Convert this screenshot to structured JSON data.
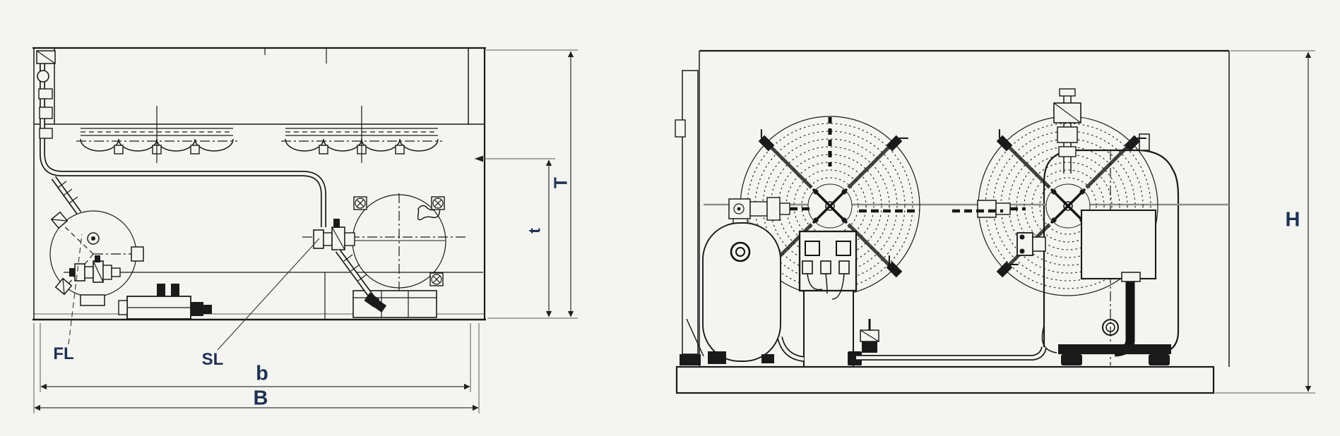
{
  "diagram": {
    "colors": {
      "background": "#f4f4f1",
      "line": "#1a1a1a",
      "dim": "#5a5a5a",
      "label": "#1e3151",
      "gray": "#8d8d8d"
    },
    "views": {
      "top_view": {
        "labels": {
          "liquid_line": "FL",
          "suction_line": "SL",
          "width_inner": "b",
          "width_overall": "B",
          "depth_overall": "T",
          "depth_inner": "t"
        }
      },
      "front_view": {
        "labels": {
          "height_overall": "H"
        }
      }
    }
  }
}
